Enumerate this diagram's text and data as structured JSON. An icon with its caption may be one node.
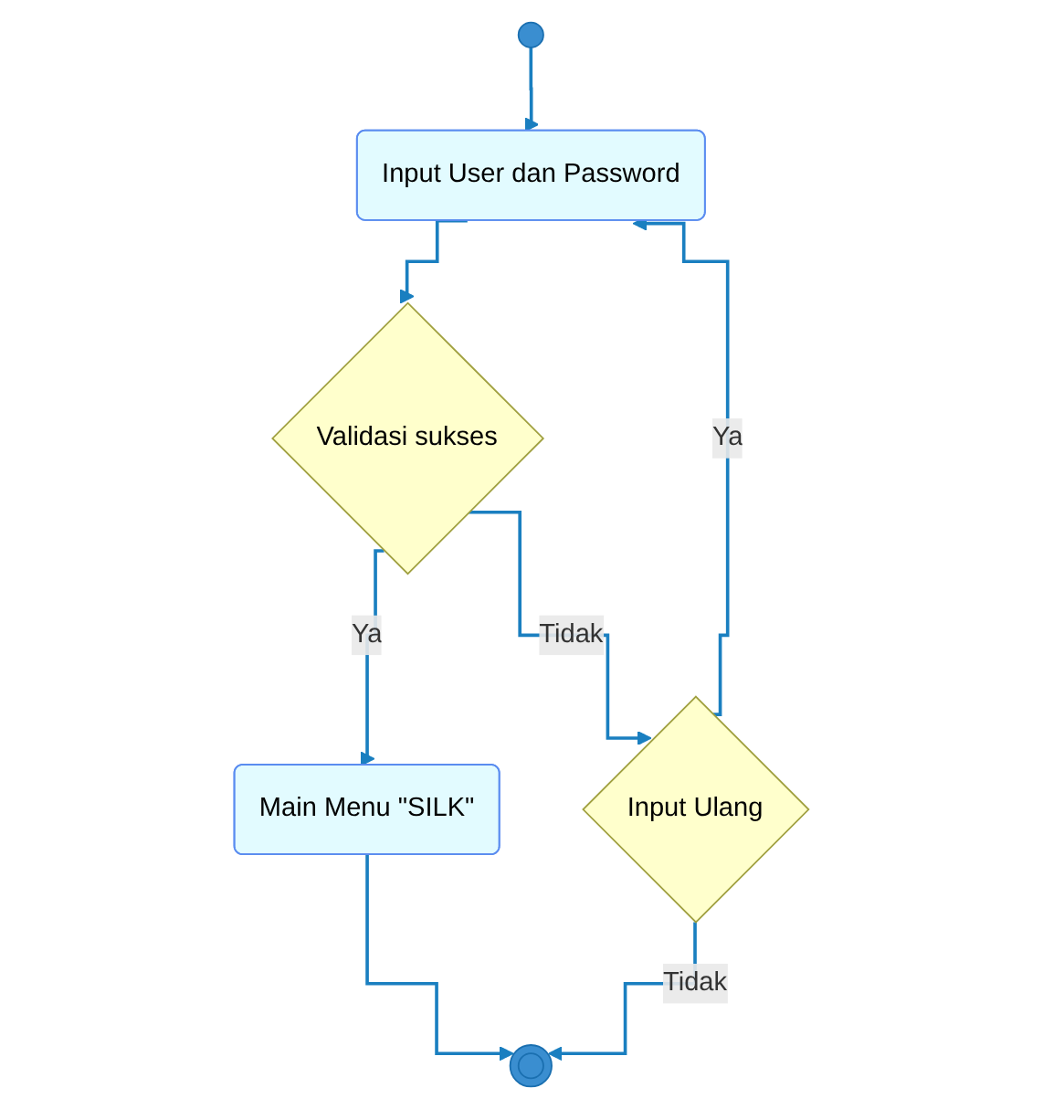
{
  "diagram": {
    "nodes": [
      {
        "text": [],
        "shape": "circle"
      },
      {
        "text": [
          "Input User dan Password"
        ]
      },
      {
        "text": [
          "Validasi sukses"
        ]
      },
      {
        "text": [
          "Input Ulang"
        ]
      },
      {
        "text": [
          "Main Menu \"SILK\""
        ]
      },
      {
        "text": [],
        "shape": "circle"
      }
    ],
    "edges": [
      {
        "from": 0,
        "to": 1,
        "arrow": "to"
      },
      {
        "from": 1,
        "to": 2,
        "arrow": "to"
      },
      {
        "from": 2,
        "to": 3,
        "label": "Tidak",
        "arrow": "to"
      },
      {
        "from": 3,
        "to": 1,
        "label": "Ya",
        "arrow": "to"
      },
      {
        "from": 2,
        "to": 4,
        "label": "Ya",
        "arrow": "to"
      },
      {
        "from": 4,
        "to": 5,
        "arrow": "to"
      },
      {
        "from": 3,
        "to": 5,
        "label": "Tidak",
        "arrow": "to"
      }
    ]
  }
}
